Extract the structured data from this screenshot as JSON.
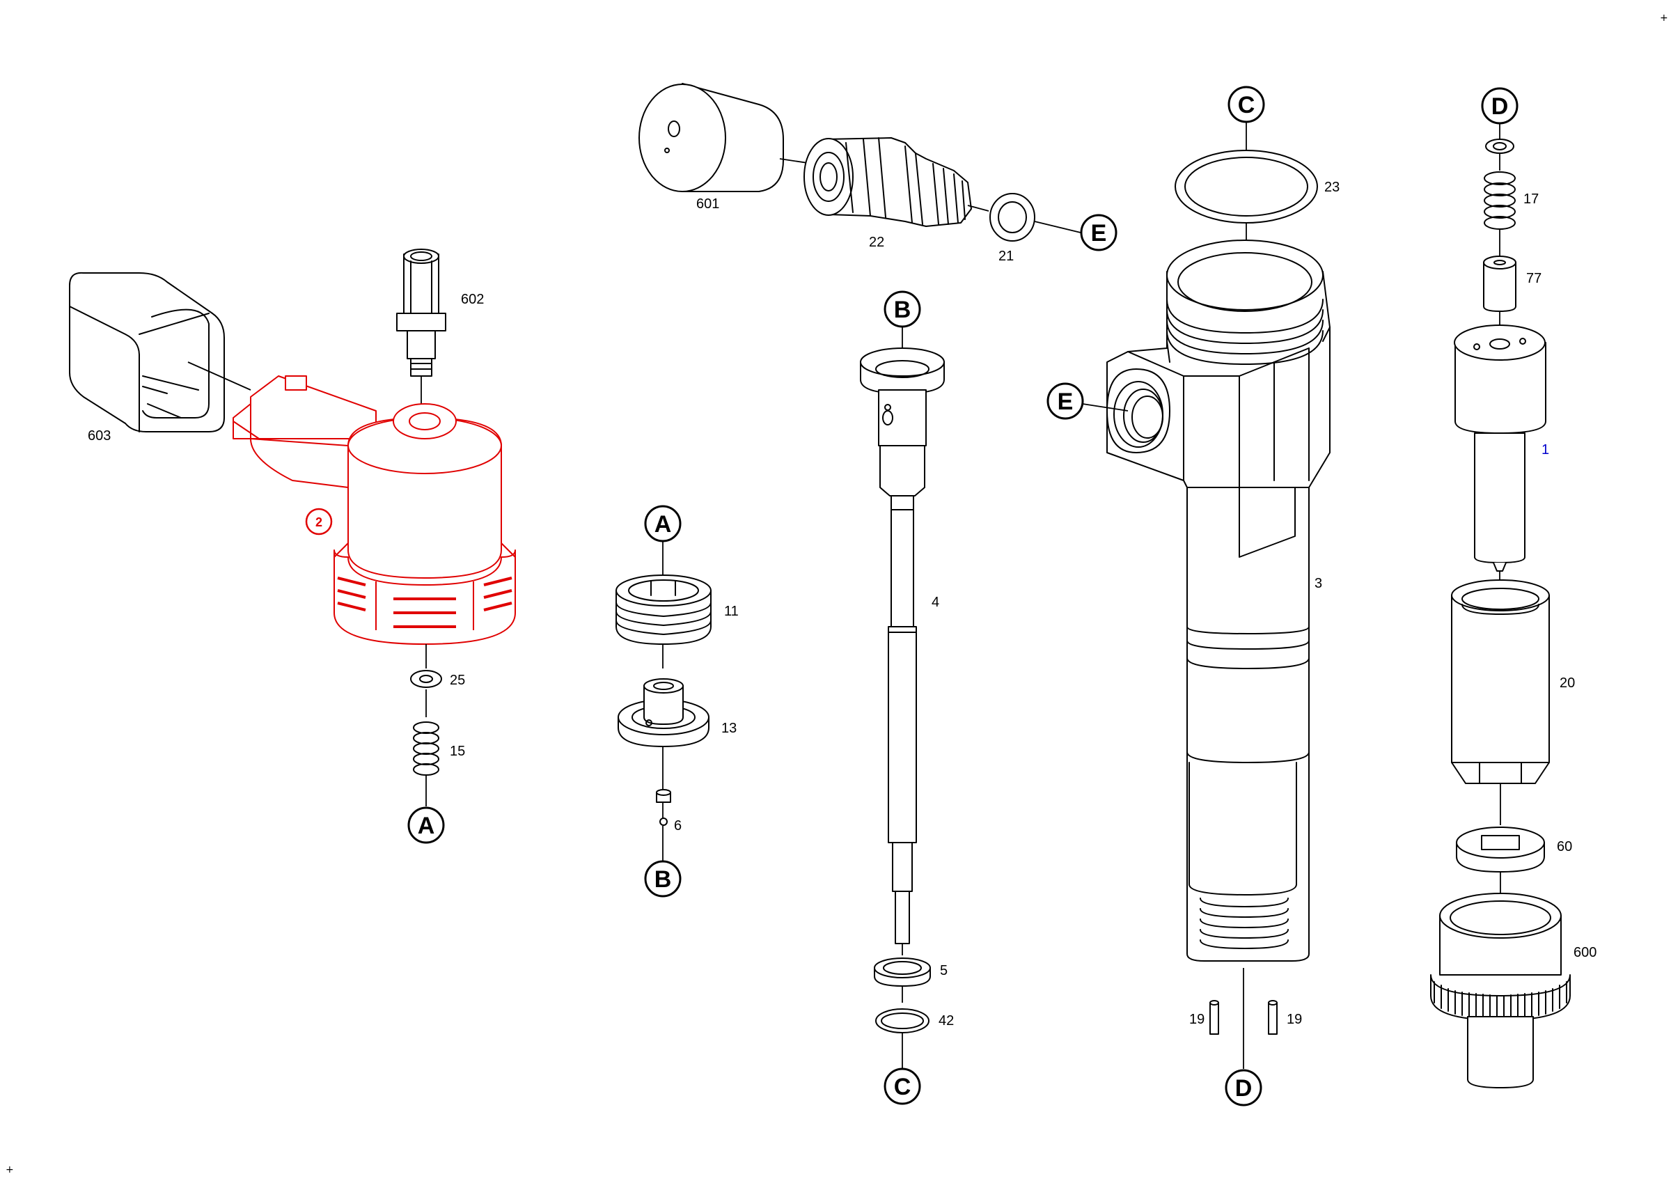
{
  "refs": {
    "A": "A",
    "B": "B",
    "C": "C",
    "D": "D",
    "E": "E"
  },
  "parts": {
    "p1": "1",
    "p2": "2",
    "p3": "3",
    "p4": "4",
    "p5": "5",
    "p6": "6",
    "p11": "11",
    "p13": "13",
    "p15": "15",
    "p17": "17",
    "p19": "19",
    "p20": "20",
    "p21": "21",
    "p22": "22",
    "p23": "23",
    "p25": "25",
    "p42": "42",
    "p60": "60",
    "p77": "77",
    "p600": "600",
    "p601": "601",
    "p602": "602",
    "p603": "603"
  },
  "colors": {
    "highlight": "#e00000",
    "link_label": "#0000cc",
    "line": "#000000"
  },
  "marks": {
    "corner": "+"
  }
}
